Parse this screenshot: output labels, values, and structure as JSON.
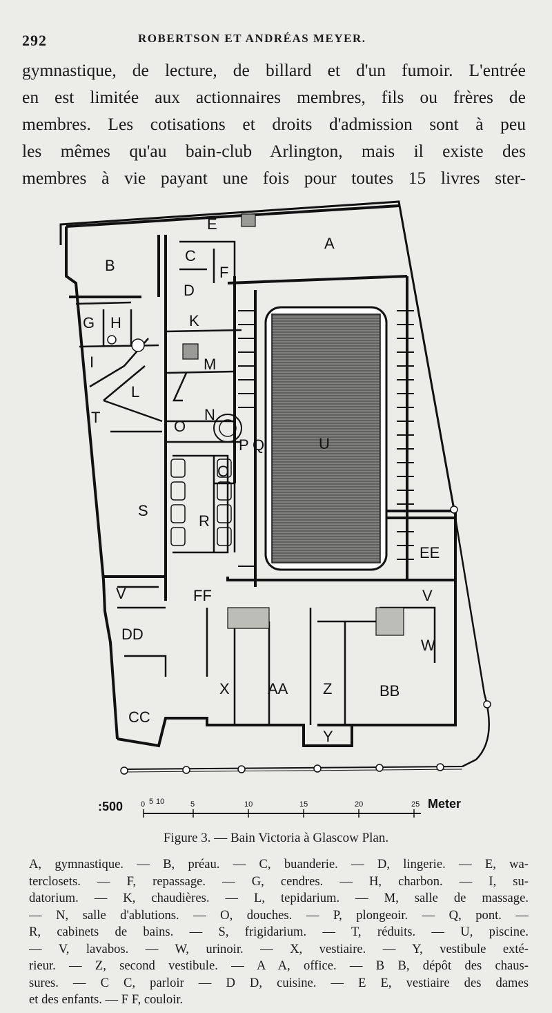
{
  "header": {
    "page_number": "292",
    "running_title": "ROBERTSON ET ANDRÉAS MEYER."
  },
  "body": {
    "lines": [
      "gymnastique, de lecture, de billard et d'un fumoir. L'entrée",
      "en est limitée aux actionnaires membres, fils ou frères de",
      "membres. Les cotisations et droits d'admission sont à peu",
      "les mêmes qu'au bain-club Arlington, mais il existe des",
      "membres à vie payant une fois pour toutes 15 livres ster-"
    ]
  },
  "plan": {
    "labels": [
      "A",
      "B",
      "C",
      "D",
      "E",
      "F",
      "G",
      "H",
      "I",
      "K",
      "L",
      "M",
      "N",
      "O",
      "O",
      "P",
      "Q",
      "R",
      "S",
      "T",
      "U",
      "V",
      "V",
      "W",
      "X",
      "Y",
      "Z",
      "AA",
      "BB",
      "CC",
      "DD",
      "EE",
      "FF"
    ],
    "scale": {
      "ratio": ":500",
      "ticks": [
        "0",
        "5",
        "10",
        "15",
        "20",
        "25"
      ],
      "small_ticks": [
        "5",
        "10"
      ],
      "unit": "Meter"
    }
  },
  "figure": {
    "caption": "Figure 3. — Bain Victoria à Glascow   Plan."
  },
  "legend": {
    "lines": [
      "A, gymnastique. — B, préau. — C, buanderie. — D, lingerie. — E, wa-",
      "terclosets. — F, repassage. — G, cendres. — H, charbon. — I, su-",
      "datorium. — K, chaudières. — L, tepidarium. — M, salle de massage.",
      "— N, salle d'ablutions. — O, douches. — P, plongeoir. — Q, pont. —",
      "R, cabinets de bains. — S, frigidarium. — T, réduits. — U, piscine.",
      "— V, lavabos. — W, urinoir. — X, vestiaire. — Y, vestibule exté-",
      "rieur. — Z, second vestibule. — A A, office. — B B, dépôt des chaus-",
      "sures. — C C, parloir — D D, cuisine. — E E, vestiaire des dames",
      "et des enfants. — F F, couloir."
    ]
  }
}
